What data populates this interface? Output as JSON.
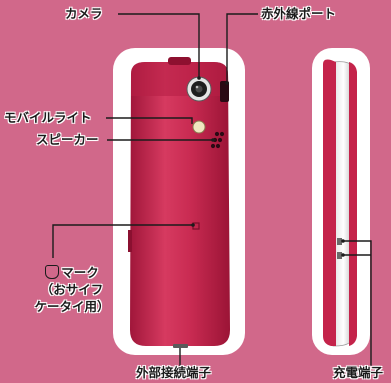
{
  "labels": {
    "camera": "カメラ",
    "infrared_port": "赤外線ポート",
    "mobile_light": "モバイルライト",
    "speaker": "スピーカー",
    "felica_line1": "マーク",
    "felica_line2": "（おサイフ",
    "felica_line3": "ケータイ用）",
    "external_connector": "外部接続端子",
    "charging_terminal": "充電端子"
  },
  "felica_icon": "felica-icon",
  "colors": {
    "background": "#d1688a",
    "phone_body": "#c4234a",
    "silhouette": "#ffffff",
    "callout_line": "#1b1b1b"
  }
}
